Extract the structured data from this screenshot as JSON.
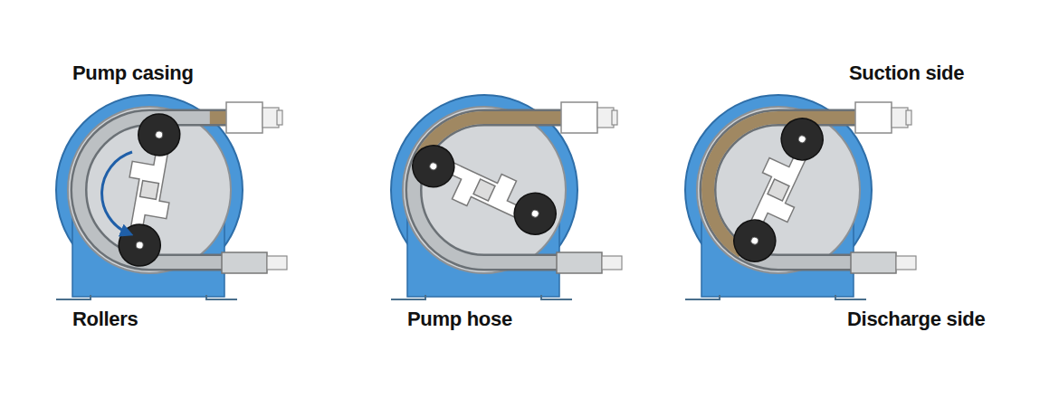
{
  "diagram": {
    "labels": [
      "Pump casing",
      "Rollers",
      "Pump hose",
      "Suction side",
      "Discharge side"
    ]
  }
}
